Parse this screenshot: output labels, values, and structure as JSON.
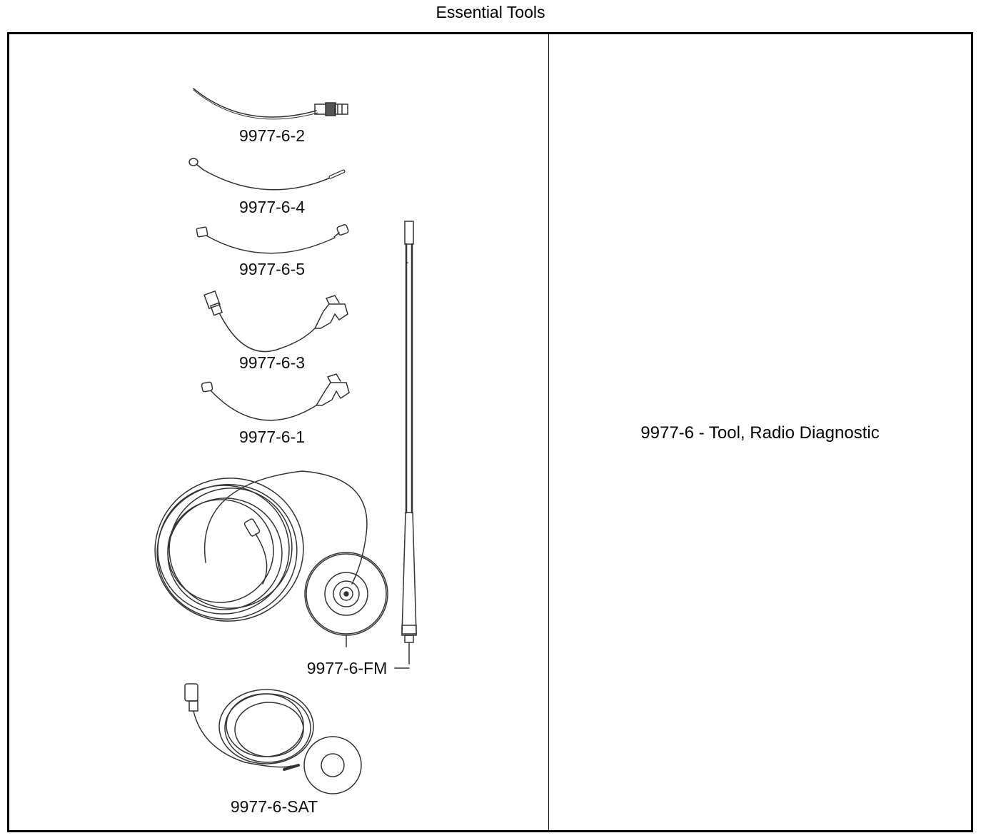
{
  "page": {
    "title": "Essential Tools"
  },
  "tool": {
    "description": "9977-6 - Tool, Radio Diagnostic"
  },
  "parts": [
    {
      "label": "9977-6-2"
    },
    {
      "label": "9977-6-4"
    },
    {
      "label": "9977-6-5"
    },
    {
      "label": "9977-6-3"
    },
    {
      "label": "9977-6-1"
    },
    {
      "label": "9977-6-FM"
    },
    {
      "label": "9977-6-SAT"
    }
  ],
  "colors": {
    "line": "#000000",
    "background": "#ffffff",
    "illustration": "#333333"
  }
}
